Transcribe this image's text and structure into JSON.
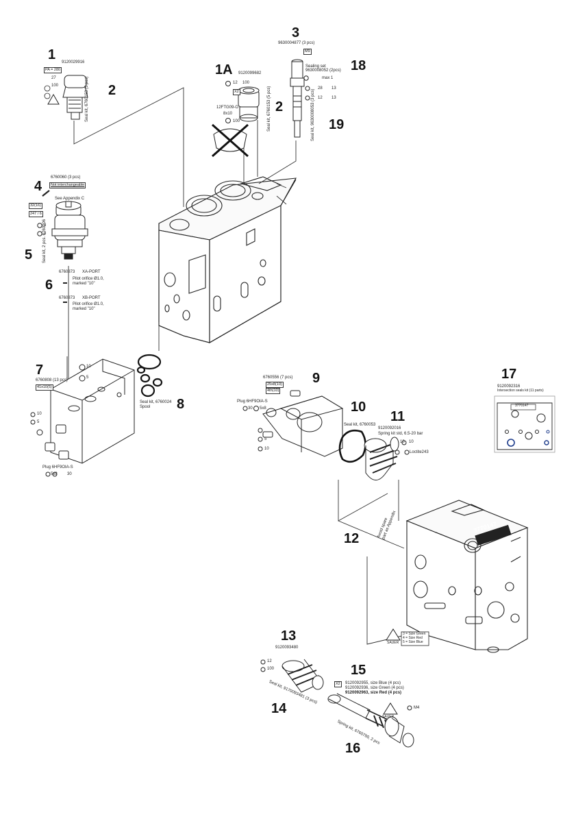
{
  "callouts": {
    "c1": "1",
    "c1a": "1A",
    "c2a": "2",
    "c2b": "2",
    "c3": "3",
    "c4": "4",
    "c5": "5",
    "c6": "6",
    "c7": "7",
    "c8": "8",
    "c9": "9",
    "c10": "10",
    "c11": "11",
    "c12": "12",
    "c13": "13",
    "c14": "14",
    "c15": "15",
    "c16": "16",
    "c17": "17",
    "c18": "18",
    "c19": "19"
  },
  "part1": {
    "number": "9120029916",
    "box": "PA = 280",
    "tq1": "27",
    "tq2": "100",
    "seal": "Seal kit, 6760153 (5 pcs)"
  },
  "part1a": {
    "number": "9120099682",
    "tq1": "12",
    "tq2": "100",
    "box": "X2",
    "sub": "12FTG09-O",
    "sub_tq": "8x10",
    "sub_tq2": "100",
    "seal": "Seal kit, 6760153 (5 pcs)"
  },
  "part3": {
    "number": "9630004877 (3 pcs)",
    "box": "M9",
    "seal18": "Sealing set",
    "seal18b": "9630008052 (2pcs)",
    "tq18": "max 1",
    "tq19a": "28",
    "tq19b": "13",
    "tq19c": "12",
    "tq19d": "13",
    "seal19": "Seal kit, 9630008053 (3 pcs)"
  },
  "part4": {
    "number": "6760060 (3 pcs)",
    "box1": "Not interchangeable",
    "note": "See Appendix C",
    "box2": "32(16)",
    "box3": "247 / 6",
    "tq_a": "3",
    "tq_b": "3",
    "seal": "Seal kit, 2 pcs. 6760006"
  },
  "part6": {
    "xa_number": "6760873",
    "xa_port": "XA-PORT",
    "xa_desc": "Pilot orifice Ø1.0, marked \"10\"",
    "xb_number": "6760873",
    "xb_port": "XB-PORT",
    "xb_desc": "Pilot orifice Ø1.0, marked \"10\""
  },
  "part7": {
    "number": "6760808 (13 pcs)",
    "box": "41x10(5)",
    "tq_a": "10",
    "tq_b": "5",
    "tq_c": "10",
    "tq_d": "5",
    "plug": "Plug 6HF9OIA-S",
    "tq_e": "30",
    "tq_f": "5x8"
  },
  "part8": {
    "seal": "Seal kit, 6760024 Spool"
  },
  "part9": {
    "number": "6760556 (7 pcs)",
    "box1": "25x8(10)",
    "box2": "4th(10)",
    "plug": "Plug 6HF9OIA-S",
    "tq_a": "30",
    "tq_b": "5x8",
    "tq_c": "5",
    "tq_d": "10"
  },
  "part10": {
    "seal": "Seal kit, 6760053"
  },
  "part11": {
    "number": "9120092016",
    "desc": "Spring kit std, 6.5-20 bar",
    "tq_a": "10",
    "tq_b": "10",
    "loctite": "Loctite243"
  },
  "part12": {
    "stamp": "3770147",
    "note1": "Avoid spare",
    "note2": "part as Appendix",
    "tri_label": "SAUER",
    "sizes": [
      "3 = Size Green",
      "4 = Size Red",
      "5 = Size Blue"
    ]
  },
  "part13": {
    "number": "9120093480",
    "tq_a": "12",
    "tq_b": "100",
    "seal": "Seal kit, 9170093481 (3 pcs)"
  },
  "part15": {
    "box": "X2",
    "line1": "9120092955, size Blue (4 pcs)",
    "line2": "9120092936, size Green (4 pcs)",
    "line3": "9120092963, size Red (4 pcs)",
    "tri_label": "SAUER",
    "tq": "M4",
    "spring": "Spring kit, 6760790, 2 pcs"
  },
  "part17": {
    "number": "9120092316",
    "desc": "Intersection seals kit (11 parts)",
    "stamp": "3770147"
  }
}
